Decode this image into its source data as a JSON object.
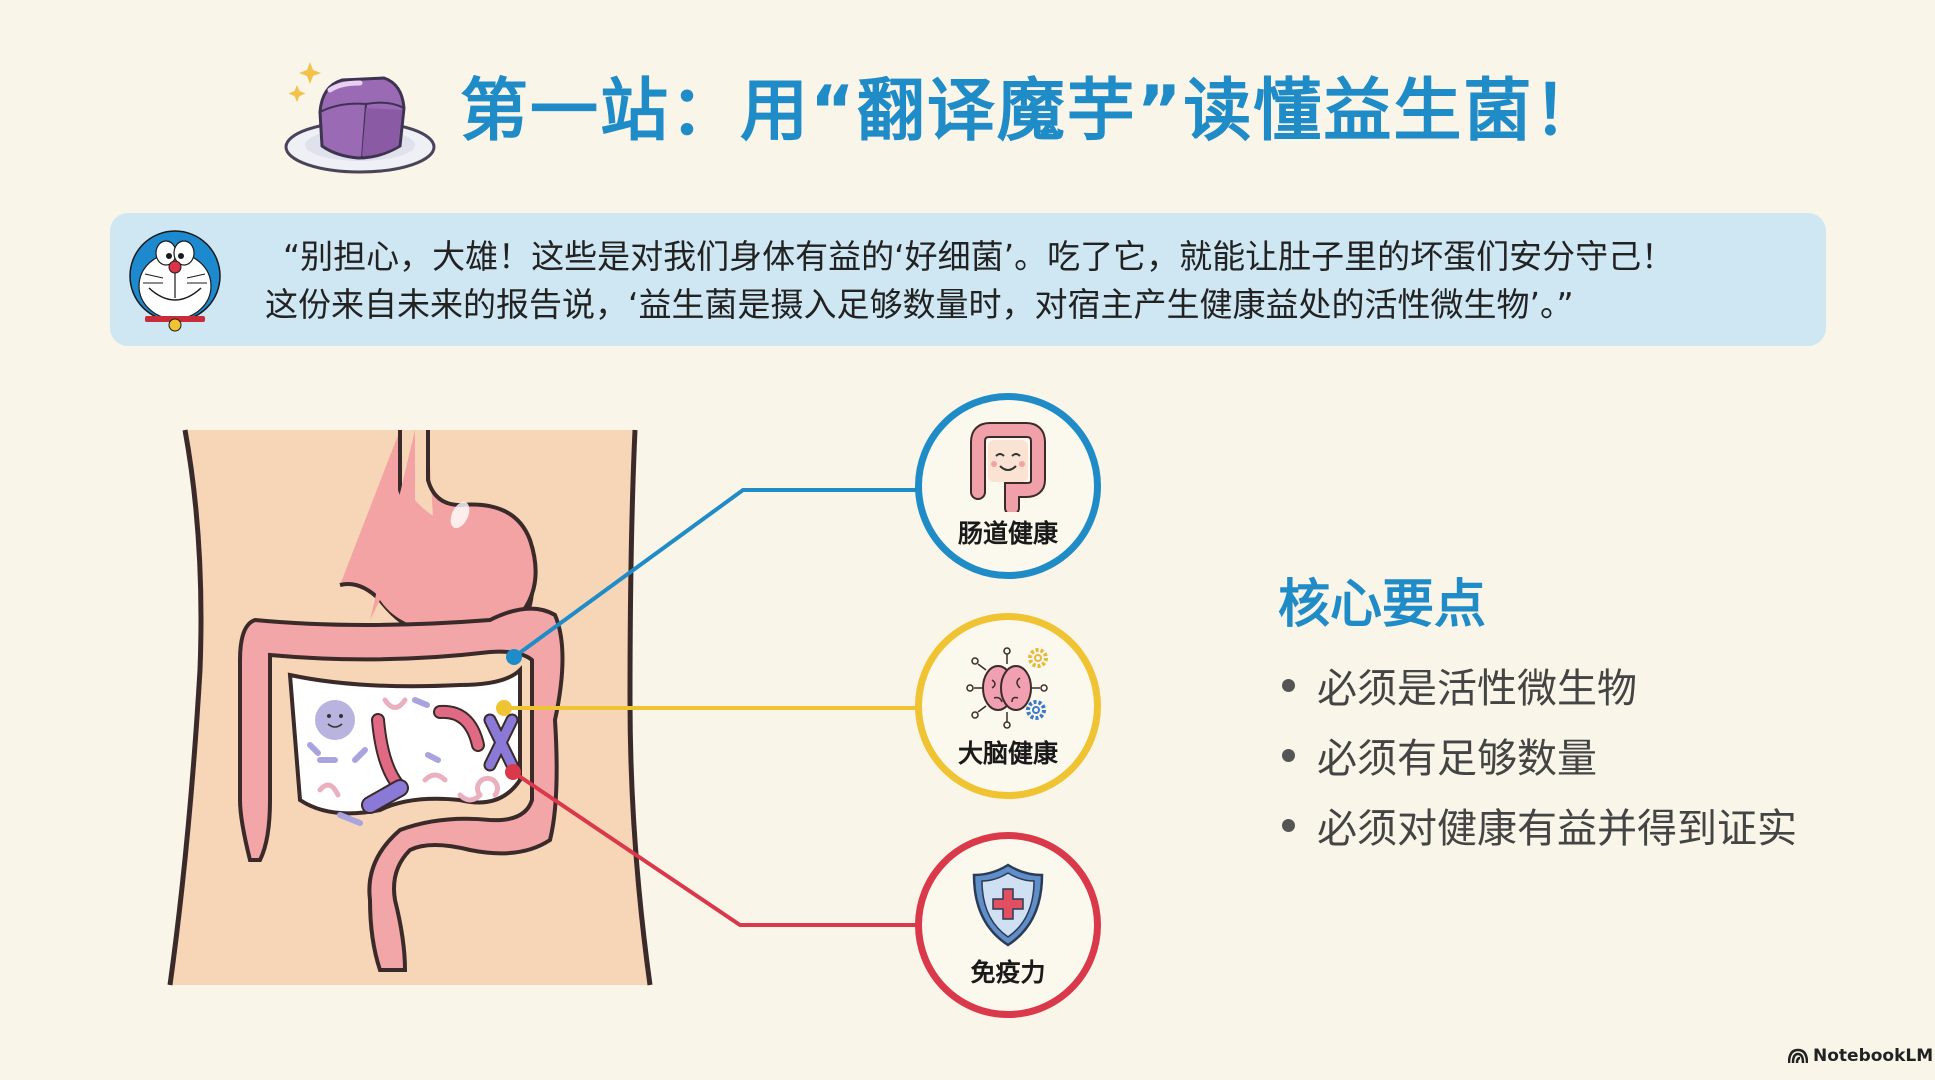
{
  "title": {
    "text": "第一站：用“翻译魔芋”读懂益生菌！",
    "icon": "translation-konjac-jelly-icon",
    "color": "#1f8bc7"
  },
  "quote": {
    "avatar": "doraemon-avatar",
    "line1": "“别担心，大雄！这些是对我们身体有益的‘好细菌’。吃了它，就能让肚子里的坏蛋们安分守己！",
    "line2": "这份来自未来的报告说，‘益生菌是摄入足够数量时，对宿主产生健康益处的活性微生物’。”",
    "background": "#cfe7f3"
  },
  "illustration": {
    "subject": "digestive-system-with-gut-bacteria",
    "connectors": [
      {
        "color": "#1f8bc7",
        "target": "gut_health"
      },
      {
        "color": "#efc332",
        "target": "brain_health"
      },
      {
        "color": "#d9394a",
        "target": "immunity"
      }
    ]
  },
  "benefits": [
    {
      "id": "gut_health",
      "label": "肠道健康",
      "icon": "smiling-intestine-icon",
      "color": "#1f8bc7"
    },
    {
      "id": "brain_health",
      "label": "大脑健康",
      "icon": "brain-gears-icon",
      "color": "#efc332"
    },
    {
      "id": "immunity",
      "label": "免疫力",
      "icon": "shield-cross-icon",
      "color": "#d9394a"
    }
  ],
  "key_points": {
    "title": "核心要点",
    "items": [
      "必须是活性微生物",
      "必须有足够数量",
      "必须对健康有益并得到证实"
    ]
  },
  "footer": {
    "brand": "NotebookLM",
    "brand_icon": "notebooklm-logo-icon"
  }
}
